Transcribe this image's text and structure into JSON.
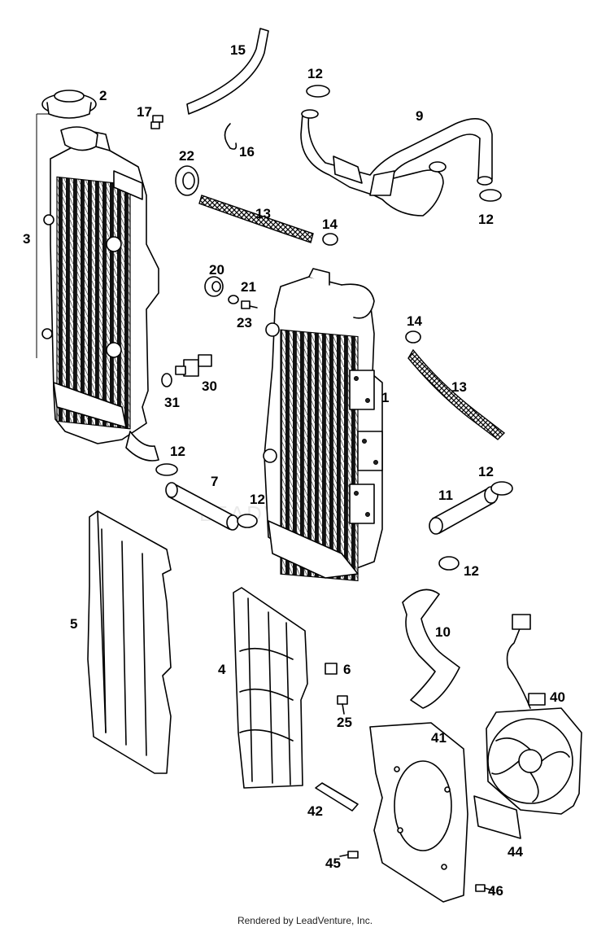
{
  "footer": "Rendered by LeadVenture, Inc.",
  "watermark": "LEADVENTURE",
  "parts": {
    "p1": "1",
    "p2": "2",
    "p3": "3",
    "p4": "4",
    "p5": "5",
    "p6": "6",
    "p7": "7",
    "p9": "9",
    "p10": "10",
    "p11": "11",
    "p12a": "12",
    "p12b": "12",
    "p12c": "12",
    "p12d": "12",
    "p12e": "12",
    "p12f": "12",
    "p13a": "13",
    "p13b": "13",
    "p14a": "14",
    "p14b": "14",
    "p15": "15",
    "p16": "16",
    "p17": "17",
    "p20": "20",
    "p21": "21",
    "p22": "22",
    "p23": "23",
    "p25": "25",
    "p30": "30",
    "p31": "31",
    "p40": "40",
    "p41": "41",
    "p42": "42",
    "p44": "44",
    "p45": "45",
    "p46": "46"
  }
}
